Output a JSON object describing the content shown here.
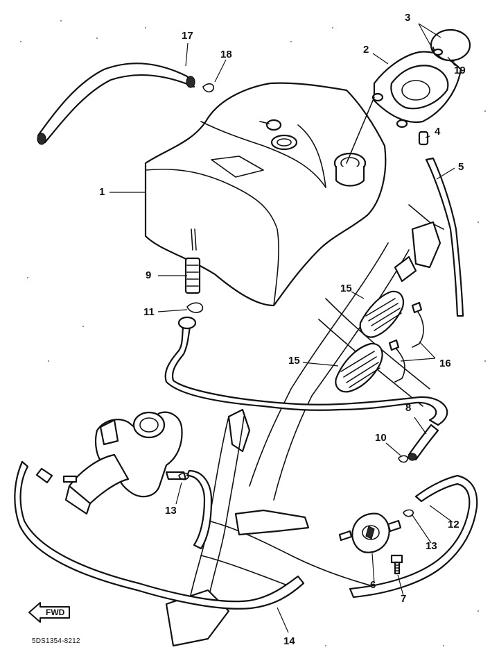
{
  "diagram": {
    "drawing_code": "5DS1354-8212",
    "direction_label": "FWD",
    "callouts": [
      {
        "id": "c1",
        "text": "1"
      },
      {
        "id": "c2",
        "text": "2"
      },
      {
        "id": "c3",
        "text": "3"
      },
      {
        "id": "c4",
        "text": "4"
      },
      {
        "id": "c5",
        "text": "5"
      },
      {
        "id": "c6",
        "text": "6"
      },
      {
        "id": "c7",
        "text": "7"
      },
      {
        "id": "c8",
        "text": "8"
      },
      {
        "id": "c9",
        "text": "9"
      },
      {
        "id": "c10",
        "text": "10"
      },
      {
        "id": "c11",
        "text": "11"
      },
      {
        "id": "c12",
        "text": "12"
      },
      {
        "id": "c13a",
        "text": "13"
      },
      {
        "id": "c13b",
        "text": "13"
      },
      {
        "id": "c14",
        "text": "14"
      },
      {
        "id": "c15a",
        "text": "15"
      },
      {
        "id": "c15b",
        "text": "15"
      },
      {
        "id": "c16",
        "text": "16"
      },
      {
        "id": "c17",
        "text": "17"
      },
      {
        "id": "c18",
        "text": "18"
      },
      {
        "id": "c19",
        "text": "19"
      }
    ]
  }
}
